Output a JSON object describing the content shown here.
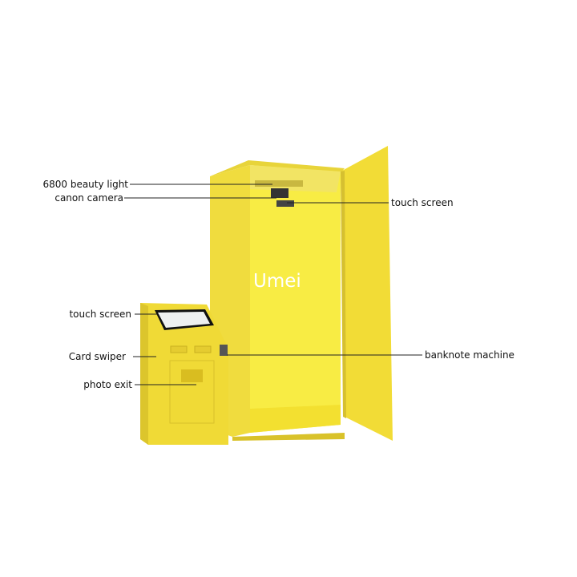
{
  "watermark": "Umei",
  "labels": {
    "beauty_light": "6800 beauty light",
    "canon_camera": "canon camera",
    "touch_screen_booth": "touch screen",
    "touch_screen_kiosk": "touch screen",
    "card_swiper": "Card swiper",
    "photo_exit": "photo exit",
    "banknote_machine": "banknote machine"
  },
  "colors": {
    "body": "#f2df3a",
    "interior": "#f7ea3e",
    "shade": "#e0c92c"
  }
}
